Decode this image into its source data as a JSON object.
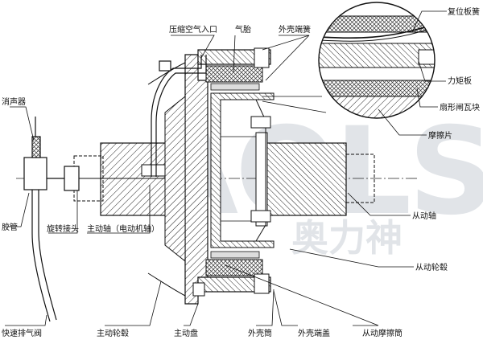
{
  "watermark": {
    "brand_letters": "AOLS",
    "brand_cn": "奥力神"
  },
  "labels": {
    "silencer": "消声器",
    "hose": "胶管",
    "quick_exhaust_valve": "快速排气阀",
    "rotary_joint": "旋转接头",
    "drive_shaft": "主动轴（电动机轴）",
    "drive_hub": "主动轮毂",
    "drive_disc": "主动盘",
    "outer_shell": "外壳筒",
    "outer_shell_end_cover": "外壳端盖",
    "driven_friction_drum": "从动摩擦筒",
    "compressed_air_inlet": "压缩空气入口",
    "air_bladder": "气胎",
    "outer_shell_end_spring": "外壳端簧",
    "return_leaf_spring": "复位板簧",
    "torque_plate": "力矩板",
    "sector_brake_shoe": "扇形闸瓦块",
    "friction_pad": "摩擦片",
    "driven_shaft": "从动轴",
    "driven_hub": "从动轮毂"
  }
}
